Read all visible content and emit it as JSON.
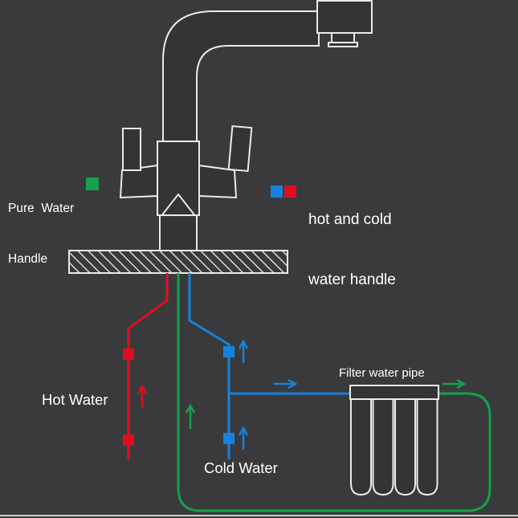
{
  "colors": {
    "background": "#3a3a3c",
    "outline": "#eaeaea",
    "hatch": "#d8d8d8",
    "fill_dark": "#343437",
    "red": "#e00d22",
    "blue": "#1583dd",
    "green": "#13a24a",
    "text": "#ffffff"
  },
  "legend": {
    "pure_water": {
      "line1": "Pure  Water",
      "line2": "Handle"
    },
    "hot_cold": {
      "line1": "hot and cold",
      "line2": "water handle"
    }
  },
  "labels": {
    "hot_water": "Hot Water",
    "cold_water": "Cold Water",
    "filter_pipe": "Filter water pipe"
  }
}
